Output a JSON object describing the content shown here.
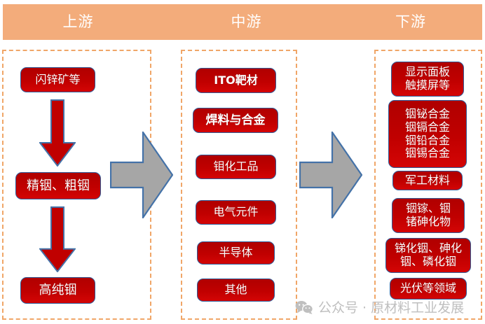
{
  "header": {
    "upstream_label": "上游",
    "midstream_label": "中游",
    "downstream_label": "下游",
    "background_color": "#F3AC7B",
    "text_color": "#FFFFFF"
  },
  "colors": {
    "box_fill": "#C00000",
    "box_border": "#2E5C9A",
    "box_text": "#FFFFFF",
    "stage_border": "#F0A668",
    "gray_arrow_fill": "#A6A6A6",
    "gray_arrow_border": "#4472A8",
    "red_arrow_fill": "#C00000",
    "watermark_color": "#BFBFBF"
  },
  "upstream": {
    "boxes": [
      {
        "label": "闪锌矿等"
      },
      {
        "label": "精铟、粗铟"
      },
      {
        "label": "高纯铟"
      }
    ],
    "arrows": [
      {
        "name": "down-arrow-1",
        "direction": "down"
      },
      {
        "name": "down-arrow-2",
        "direction": "down"
      }
    ]
  },
  "midstream": {
    "boxes": [
      {
        "label": "ITO靶材"
      },
      {
        "label": "焊料与合金"
      },
      {
        "label": "钼化工品"
      },
      {
        "label": "电气元件"
      },
      {
        "label": "半导体"
      },
      {
        "label": "其他"
      }
    ]
  },
  "downstream": {
    "boxes": [
      {
        "lines": [
          "显示面板",
          "触摸屏等"
        ]
      },
      {
        "lines": [
          "铟铋合金",
          "铟镉合金",
          "铟铅合金",
          "铟锡合金"
        ]
      },
      {
        "lines": [
          "军工材料"
        ]
      },
      {
        "lines": [
          "铟镓、铟",
          "锗砷化物"
        ]
      },
      {
        "lines": [
          "锑化铟、砷化",
          "铟、磷化铟"
        ]
      },
      {
        "lines": [
          "光伏等领域"
        ]
      }
    ]
  },
  "stage_arrows": [
    {
      "name": "upstream-to-midstream-arrow",
      "direction": "right"
    },
    {
      "name": "midstream-to-downstream-arrow",
      "direction": "right"
    }
  ],
  "watermark": {
    "icon": "wechat-icon",
    "text": "公众号 · 原材料工业发展"
  }
}
